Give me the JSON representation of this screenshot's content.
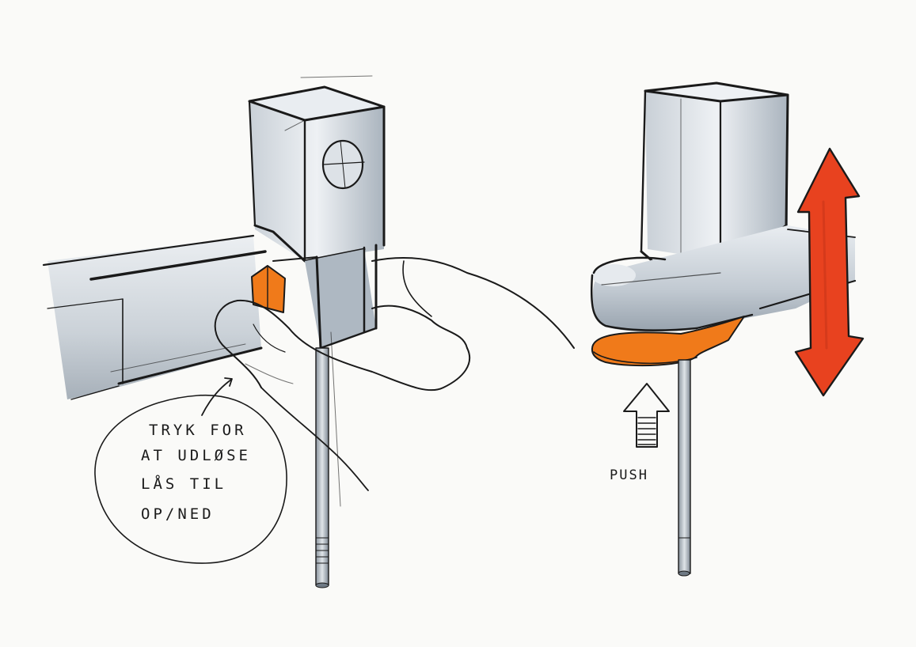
{
  "annotation": {
    "lines": [
      "TRYK FOR",
      "AT UDLØSE",
      "LÅS TIL",
      "OP/NED"
    ]
  },
  "push_label": "PUSH",
  "colors": {
    "paper": "#fafaf8",
    "ink": "#1a1a1a",
    "metal_light": "#e6eaee",
    "metal_mid": "#b9c2cb",
    "metal_dark": "#8f9aa6",
    "accent_orange": "#f07a1a",
    "arrow_red": "#e8421f"
  },
  "icons": [
    "push-arrow-icon",
    "up-down-arrow-icon"
  ]
}
